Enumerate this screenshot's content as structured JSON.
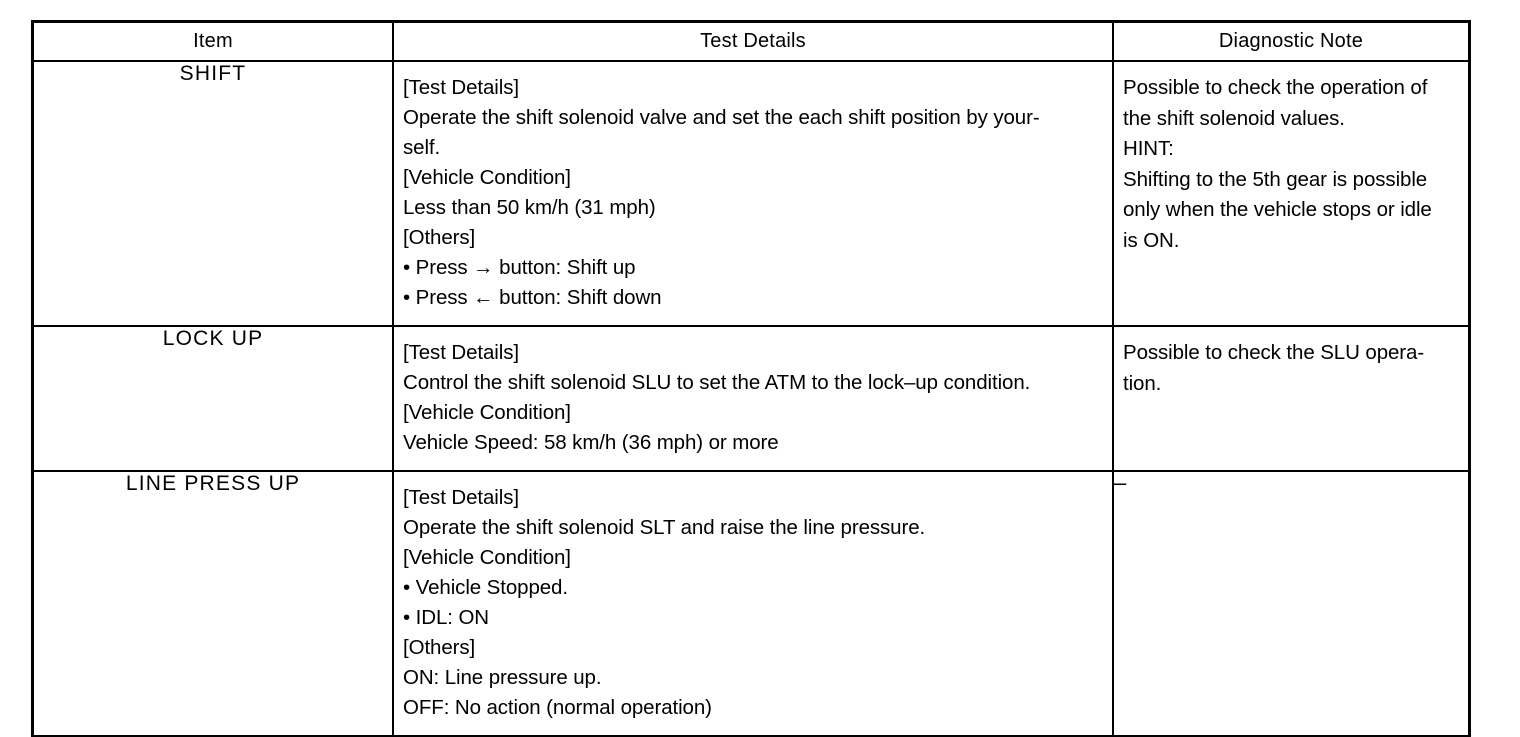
{
  "table": {
    "columns": [
      {
        "key": "item",
        "label": "Item"
      },
      {
        "key": "test",
        "label": "Test Details"
      },
      {
        "key": "note",
        "label": "Diagnostic Note"
      }
    ],
    "rows": [
      {
        "item": "SHIFT",
        "test_lines": [
          "[Test Details]",
          "Operate the shift solenoid valve and set the each shift position by your-",
          "self.",
          "[Vehicle Condition]",
          "Less than 50 km/h (31 mph)",
          "[Others]",
          "• Press → button: Shift up",
          "• Press ← button: Shift down"
        ],
        "note_lines": [
          "Possible to check the operation of",
          "the shift solenoid values.",
          "HINT:",
          "Shifting to the 5th gear is possible",
          "only when the vehicle stops or idle",
          "is ON."
        ],
        "note_align": "top"
      },
      {
        "item": "LOCK UP",
        "test_lines": [
          "[Test Details]",
          "Control the shift solenoid SLU to set the ATM to the lock–up condition.",
          "[Vehicle Condition]",
          "Vehicle Speed: 58 km/h (36 mph) or more"
        ],
        "note_lines": [
          "Possible to check the SLU opera-",
          "tion."
        ],
        "note_align": "top"
      },
      {
        "item": "LINE PRESS UP",
        "test_lines": [
          "[Test Details]",
          "Operate the shift solenoid SLT and raise the line pressure.",
          "[Vehicle Condition]",
          "• Vehicle Stopped.",
          "• IDL: ON",
          "[Others]",
          "ON: Line pressure up.",
          "OFF: No action (normal operation)"
        ],
        "note_lines": [
          "–"
        ],
        "note_align": "center"
      }
    ]
  },
  "colors": {
    "background": "#ffffff",
    "ink": "#000000",
    "border": "#000000"
  }
}
